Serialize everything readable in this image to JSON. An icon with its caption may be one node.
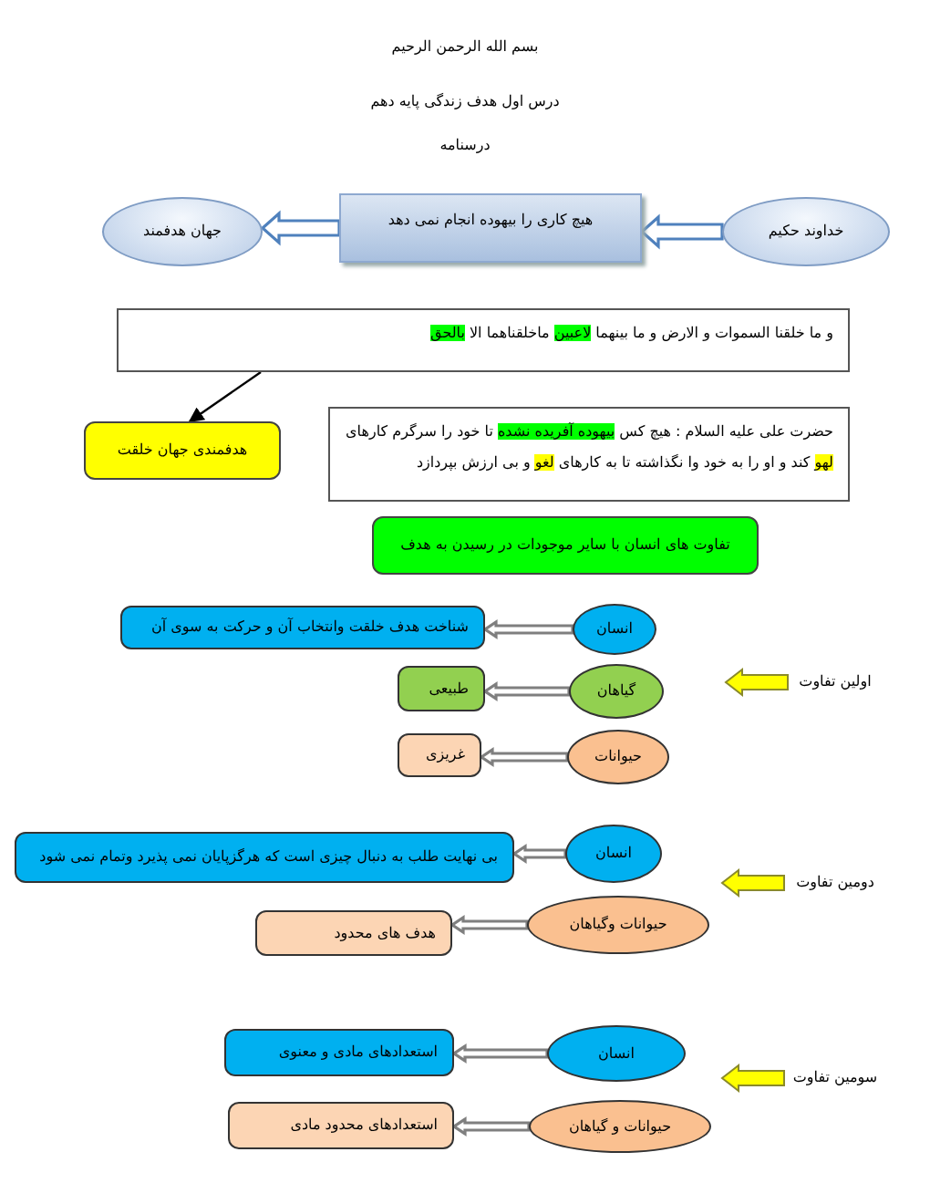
{
  "diagram": {
    "title": "بسم الله الرحمن الرحیم",
    "nodes": [
      {
        "text": [
          "خداوند حکیم"
        ]
      },
      {
        "text": [
          "هیچ کاری  را بیهوده انجام نمی دهد"
        ]
      },
      {
        "text": [
          "جهان هدفمند"
        ]
      },
      {
        "text": [
          "و ما خلقنا السموات و الارض و ما بینهما **لاعبین** ماخلقناهما الا **بالحق**"
        ]
      },
      {
        "text": [
          "هدفمندی جهان خلقت"
        ]
      },
      {
        "text": [
          "حضرت علی علیه السلام : هیچ کس **بیهوده آفریده نشده** تا خود را سرگرم کارهای *لهو* کند و او را به خود وا نگذاشته تا به کارهای *لغو* و بی ارزش بپردازد"
        ]
      },
      {
        "text": [
          "تفاوت های انسان با سایر موجودات در رسیدن به هدف"
        ]
      },
      {
        "text": [
          "اولین تفاوت"
        ]
      },
      {
        "text": [
          "انسان"
        ]
      },
      {
        "text": [
          "شناخت هدف خلقت وانتخاب آن و حرکت به سوی آن"
        ]
      },
      {
        "text": [
          "گیاهان"
        ]
      },
      {
        "text": [
          "طبیعی"
        ]
      },
      {
        "text": [
          "حیوانات"
        ]
      },
      {
        "text": [
          "غریزی"
        ]
      },
      {
        "text": [
          "دومین تفاوت"
        ]
      },
      {
        "text": [
          "انسان"
        ]
      },
      {
        "text": [
          "بی نهایت طلب  به دنبال چیزی است که هرگزپایان نمی پذیرد وتمام نمی شود"
        ]
      },
      {
        "text": [
          "حیوانات وگیاهان"
        ]
      },
      {
        "text": [
          "هدف های محدود"
        ]
      },
      {
        "text": [
          "سومین تفاوت"
        ]
      },
      {
        "text": [
          "انسان"
        ]
      },
      {
        "text": [
          "استعدادهای مادی و معنوی"
        ]
      },
      {
        "text": [
          "حیوانات و گیاهان"
        ]
      },
      {
        "text": [
          "استعدادهای محدود مادی"
        ]
      }
    ],
    "edges": [
      {
        "from": 0,
        "to": 1,
        "arrow": "to",
        "style": "thick",
        "color": "#4f81bd"
      },
      {
        "from": 1,
        "to": 2,
        "arrow": "to",
        "style": "thick",
        "color": "#4f81bd"
      },
      {
        "from": 3,
        "to": 4,
        "arrow": "to"
      },
      {
        "from": 7,
        "to": null,
        "arrow": "to",
        "style": "thick",
        "color": "#ffff00"
      },
      {
        "from": 8,
        "to": 9,
        "arrow": "to",
        "style": "thick"
      },
      {
        "from": 10,
        "to": 11,
        "arrow": "to",
        "style": "thick"
      },
      {
        "from": 12,
        "to": 13,
        "arrow": "to",
        "style": "thick"
      },
      {
        "from": 14,
        "to": null,
        "arrow": "to",
        "style": "thick",
        "color": "#ffff00"
      },
      {
        "from": 15,
        "to": 16,
        "arrow": "to",
        "style": "thick"
      },
      {
        "from": 17,
        "to": 18,
        "arrow": "to",
        "style": "thick"
      },
      {
        "from": 19,
        "to": null,
        "arrow": "to",
        "style": "thick",
        "color": "#ffff00"
      },
      {
        "from": 20,
        "to": 21,
        "arrow": "to",
        "style": "thick"
      },
      {
        "from": 22,
        "to": 23,
        "arrow": "to",
        "style": "thick"
      }
    ],
    "labels": [
      "درس اول هدف زندگی پایه دهم",
      "درسنامه"
    ]
  }
}
